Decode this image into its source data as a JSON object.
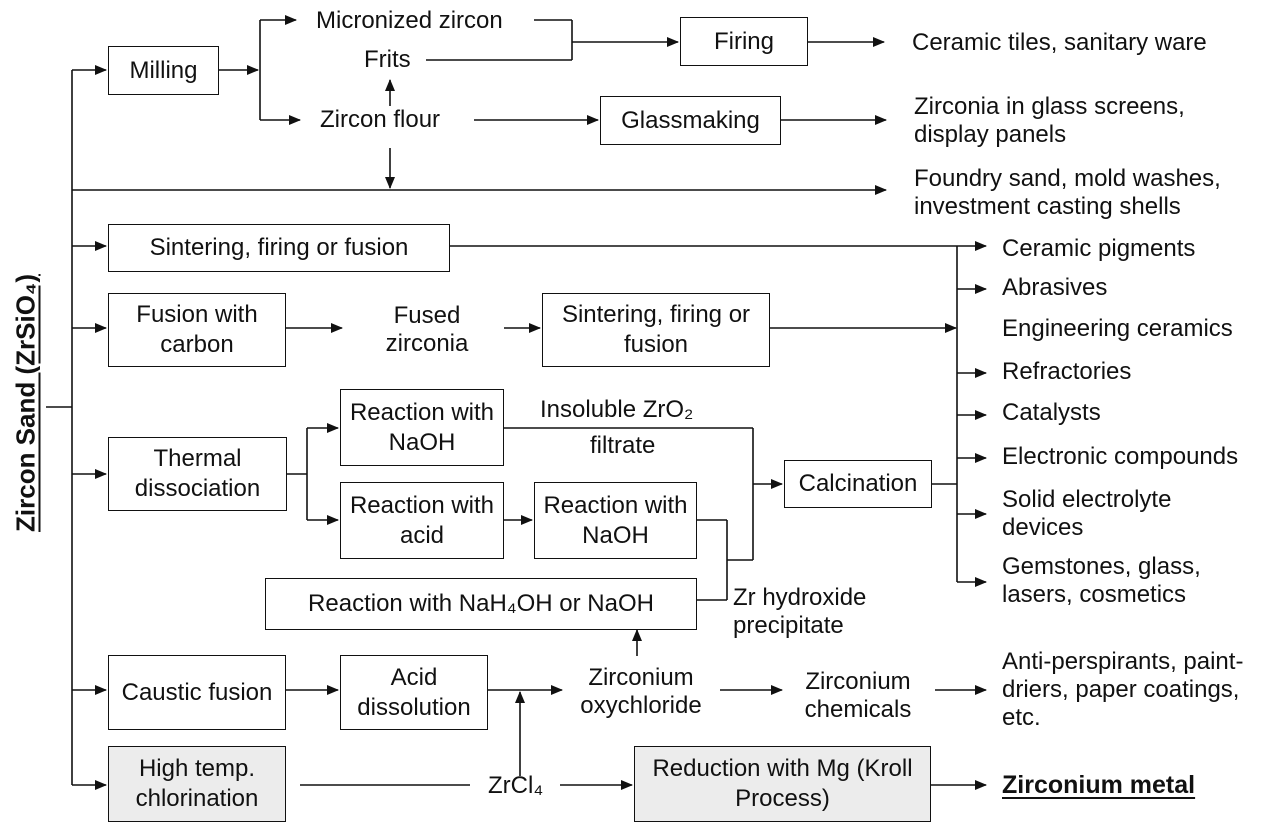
{
  "title": "Zircon Sand (ZrSiO₄)",
  "processes": {
    "milling": "Milling",
    "firing": "Firing",
    "glassmaking": "Glassmaking",
    "sintering1": "Sintering, firing or fusion",
    "fusion_carbon": "Fusion with carbon",
    "sintering2": "Sintering, firing or fusion",
    "thermal": "Thermal dissociation",
    "reaction_naoh_1": "Reaction with NaOH",
    "reaction_acid": "Reaction with acid",
    "reaction_naoh_2": "Reaction with NaOH",
    "calcination": "Calcination",
    "reaction_nah4oh": "Reaction with NaH₄OH or NaOH",
    "caustic": "Caustic fusion",
    "acid_diss": "Acid dissolution",
    "chlorination": "High temp. chlorination",
    "reduction": "Reduction with Mg (Kroll Process)"
  },
  "intermediates": {
    "micronized": "Micronized zircon",
    "frits": "Frits",
    "flour": "Zircon flour",
    "fused_zirconia": "Fused zirconia",
    "insoluble": "Insoluble ZrO₂",
    "filtrate": "filtrate",
    "zr_hydroxide": "Zr hydroxide precipitate",
    "oxychloride": "Zirconium oxychloride",
    "zr_chemicals": "Zirconium chemicals",
    "zrcl4": "ZrCl₄"
  },
  "products": {
    "ceramic_tiles": "Ceramic tiles, sanitary ware",
    "glass_screens": "Zirconia in glass screens, display panels",
    "foundry": "Foundry sand, mold washes, investment casting shells",
    "pigments": "Ceramic pigments",
    "abrasives": "Abrasives",
    "eng_ceramics": "Engineering ceramics",
    "refractories": "Refractories",
    "catalysts": "Catalysts",
    "electronic": "Electronic compounds",
    "solid_electrolyte": "Solid electrolyte devices",
    "gemstones": "Gemstones, glass, lasers, cosmetics",
    "antiperspirants": "Anti-perspirants, paint-driers, paper coatings, etc.",
    "zr_metal": "Zirconium metal"
  }
}
